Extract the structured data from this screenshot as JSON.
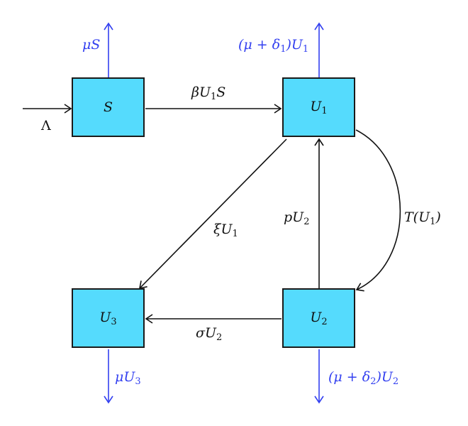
{
  "diagram": {
    "type": "compartment-flow",
    "colors": {
      "box_fill": "#55dbfd",
      "box_border": "#1a1a1a",
      "flow": "#111111",
      "death_flow": "#3340f0"
    },
    "compartments": [
      {
        "id": "S",
        "label": "S",
        "sub": ""
      },
      {
        "id": "U1",
        "label": "U",
        "sub": "1"
      },
      {
        "id": "U2",
        "label": "U",
        "sub": "2"
      },
      {
        "id": "U3",
        "label": "U",
        "sub": "3"
      }
    ],
    "flows": {
      "recruitment": {
        "from": "outside",
        "to": "S",
        "label": "Λ"
      },
      "infection": {
        "from": "S",
        "to": "U1",
        "label_pre": "βU",
        "label_sub": "1",
        "label_post": "S"
      },
      "xi": {
        "from": "U1",
        "to": "U3",
        "label_pre": "ξU",
        "label_sub": "1"
      },
      "p": {
        "from": "U2",
        "to": "U1",
        "label_pre": "pU",
        "label_sub": "2"
      },
      "treatment": {
        "from": "U1",
        "to": "U2",
        "label_pre": "T(U",
        "label_sub": "1",
        "label_post": ")"
      },
      "sigma": {
        "from": "U2",
        "to": "U3",
        "label_pre": "σU",
        "label_sub": "2"
      }
    },
    "death_flows": {
      "S": {
        "label_pre": "μS"
      },
      "U1": {
        "label_pre": "(μ + δ",
        "label_sub": "1",
        "label_post": ")U",
        "label_sub2": "1"
      },
      "U2": {
        "label_pre": "(μ + δ",
        "label_sub": "2",
        "label_post": ")U",
        "label_sub2": "2"
      },
      "U3": {
        "label_pre": "μU",
        "label_sub": "3"
      }
    }
  }
}
